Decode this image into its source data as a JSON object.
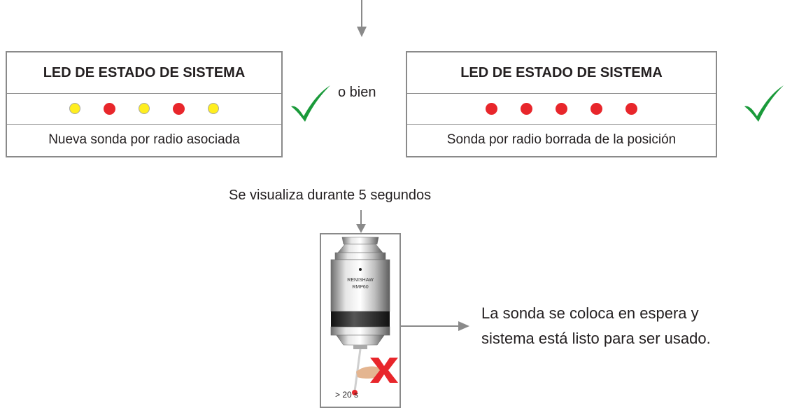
{
  "boxes": [
    {
      "title": "LED DE ESTADO DE SISTEMA",
      "leds": [
        "yellow",
        "red",
        "yellow",
        "red",
        "yellow"
      ],
      "caption": "Nueva sonda por radio asociada"
    },
    {
      "title": "LED DE ESTADO DE SISTEMA",
      "leds": [
        "red",
        "red",
        "red",
        "red",
        "red"
      ],
      "caption": "Sonda por radio borrada de la posición"
    }
  ],
  "or_label": "o bien",
  "display_label": "Se visualiza durante 5 segundos",
  "probe": {
    "brand": "RENISHAW",
    "model": "RMP60",
    "time_label": "> 20 s"
  },
  "result": {
    "line1": "La sonda se coloca en espera y",
    "line2": "sistema está listo para ser usado."
  },
  "colors": {
    "led_yellow": "#ffee1f",
    "led_red": "#e8262b",
    "check_green": "#1a9a3a",
    "cross_red": "#e8262b",
    "connector_gray": "#8a8a8a"
  }
}
